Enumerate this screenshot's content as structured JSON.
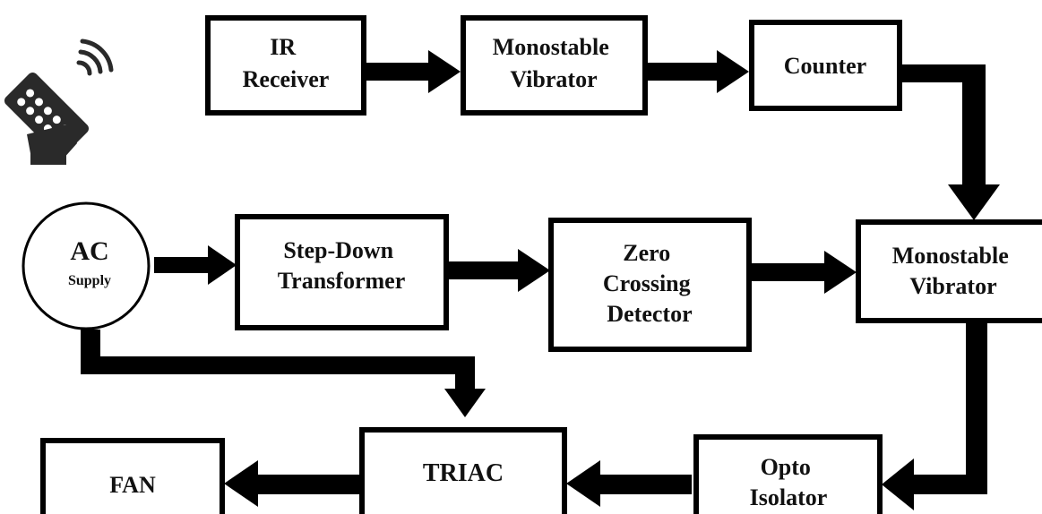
{
  "colors": {
    "stroke": "#000000",
    "fill": "#ffffff",
    "text": "#111111"
  },
  "icons": {
    "remote": "remote-control-icon"
  },
  "blocks": {
    "ir_receiver": [
      "IR",
      "Receiver"
    ],
    "monostable_top": [
      "Monostable",
      "Vibrator"
    ],
    "counter": [
      "Counter"
    ],
    "ac_supply": {
      "main": "AC",
      "sub": "Supply"
    },
    "step_down": [
      "Step-Down",
      "Transformer"
    ],
    "zero_crossing": [
      "Zero",
      "Crossing",
      "Detector"
    ],
    "monostable_right": [
      "Monostable",
      "Vibrator"
    ],
    "fan": [
      "FAN"
    ],
    "triac": [
      "TRIAC"
    ],
    "opto_isolator": [
      "Opto",
      "Isolator"
    ]
  }
}
